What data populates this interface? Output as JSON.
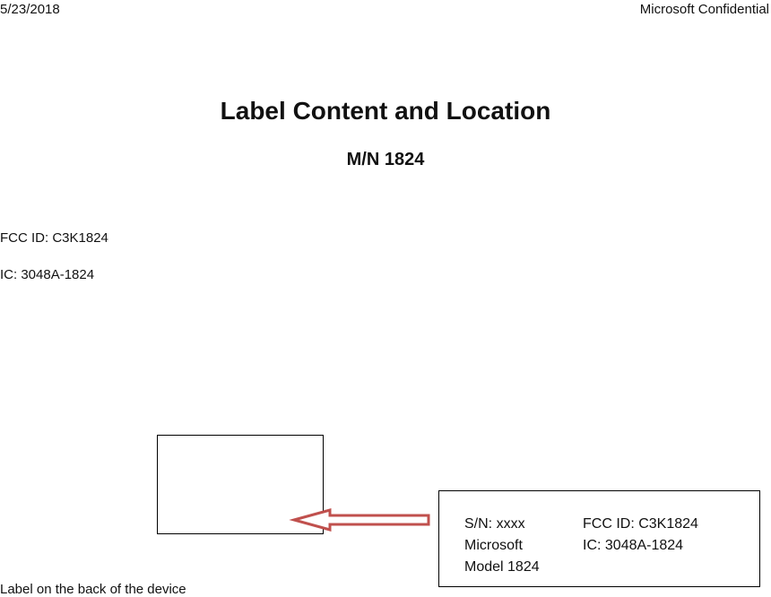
{
  "header": {
    "date": "5/23/2018",
    "confidentiality": "Microsoft Confidential"
  },
  "document": {
    "title": "Label Content and Location",
    "subtitle": "M/N 1824",
    "fcc_line": "FCC ID: C3K1824",
    "ic_line": "IC: 3048A-1824",
    "caption": "Label on the back of the device"
  },
  "label": {
    "serial": "S/N: xxxx",
    "brand": "Microsoft",
    "model": "Model 1824",
    "fcc": "FCC ID: C3K1824",
    "ic": "IC: 3048A-1824"
  },
  "colors": {
    "arrow": "#c0504d"
  }
}
